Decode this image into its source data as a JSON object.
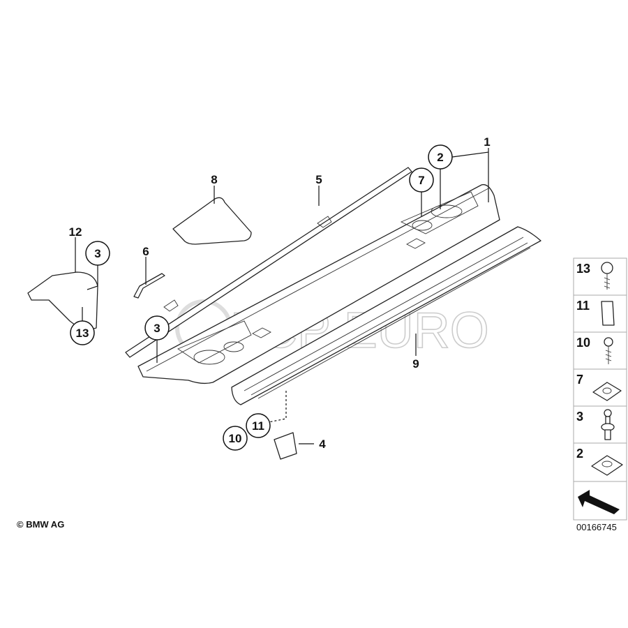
{
  "diagram": {
    "callouts": {
      "p1": "1",
      "p2": "2",
      "p7": "7",
      "p5": "5",
      "p8": "8",
      "p12": "12",
      "p3a": "3",
      "p6": "6",
      "p13": "13",
      "p3b": "3",
      "p9": "9",
      "p11": "11",
      "p10": "10",
      "p4": "4"
    },
    "legend": [
      "13",
      "11",
      "10",
      "7",
      "3",
      "2"
    ],
    "copyright": "© BMW AG",
    "diagram_number": "00166745",
    "watermark": "FCP EURO"
  }
}
